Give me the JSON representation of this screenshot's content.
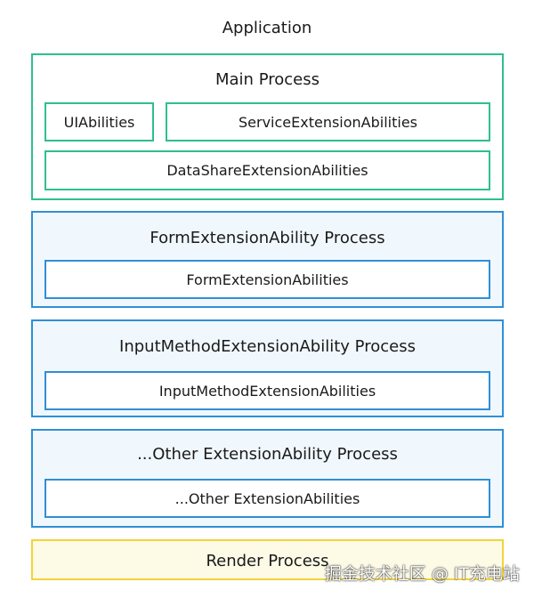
{
  "application": {
    "label": "Application"
  },
  "main_process": {
    "title": "Main Process",
    "items": [
      "UIAbilities",
      "ServiceExtensionAbilities",
      "DataShareExtensionAbilities"
    ]
  },
  "form_process": {
    "title": "FormExtensionAbility Process",
    "item": "FormExtensionAbilities"
  },
  "input_process": {
    "title": "InputMethodExtensionAbility Process",
    "item": "InputMethodExtensionAbilities"
  },
  "other_process": {
    "title": "...Other ExtensionAbility Process",
    "item": "...Other ExtensionAbilities"
  },
  "render_process": {
    "title": "Render Process"
  },
  "watermark": "掘金技术社区 @ IT充电站",
  "colors": {
    "main_border": "#2ebf91",
    "process_border": "#2f8fd6",
    "process_fill": "#f1f8fd",
    "render_border": "#f1d43a",
    "render_fill": "#fdfae6"
  }
}
